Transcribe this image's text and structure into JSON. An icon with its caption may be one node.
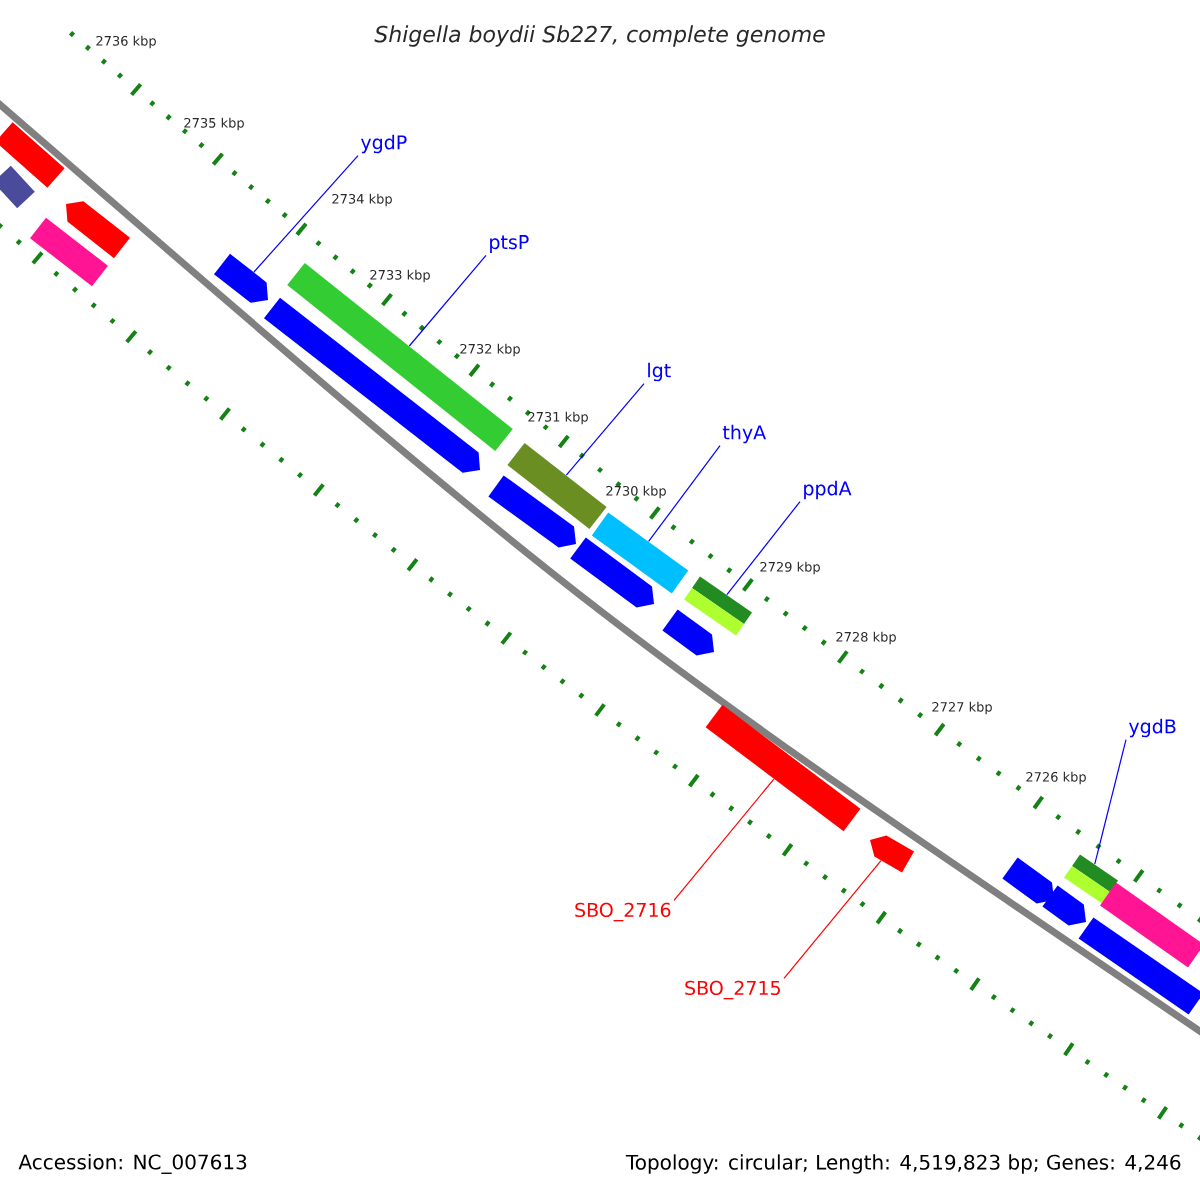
{
  "diagram": {
    "title": "Shigella boydii Sb227, complete genome",
    "nodes": [
      {
        "text": [
          "ygdP"
        ]
      },
      {
        "text": [
          "ptsP"
        ]
      },
      {
        "text": [
          "lgt"
        ]
      },
      {
        "text": [
          "thyA"
        ]
      },
      {
        "text": [
          "ppdA"
        ]
      },
      {
        "text": [
          "ygdB"
        ]
      },
      {
        "text": [
          "SBO_2716"
        ]
      },
      {
        "text": [
          "SBO_2715"
        ]
      },
      {
        "text": [],
        "shape": "bar"
      },
      {
        "text": [],
        "shape": "bar"
      },
      {
        "text": [],
        "shape": "bar"
      },
      {
        "text": [],
        "shape": "bar"
      },
      {
        "text": [],
        "shape": "bar"
      },
      {
        "text": [],
        "shape": "bar"
      },
      {
        "text": [],
        "shape": "bar"
      },
      {
        "text": [],
        "shape": "bar"
      },
      {
        "text": [],
        "shape": "bar"
      },
      {
        "text": [],
        "shape": "bar"
      },
      {
        "text": [],
        "shape": "bar"
      },
      {
        "text": [],
        "shape": "bar"
      },
      {
        "text": [],
        "shape": "bar"
      },
      {
        "text": [],
        "shape": "bar"
      },
      {
        "text": [],
        "shape": "bar"
      },
      {
        "text": [],
        "shape": "bar"
      },
      {
        "text": [],
        "shape": "bar"
      },
      {
        "text": [],
        "shape": "bar"
      },
      {
        "text": [],
        "shape": "bar"
      },
      {
        "text": [],
        "shape": "bar"
      }
    ],
    "edges": [
      {
        "from": 0,
        "to": 12,
        "arrow": "none"
      },
      {
        "from": 1,
        "to": 14,
        "arrow": "none"
      },
      {
        "from": 2,
        "to": 16,
        "arrow": "none"
      },
      {
        "from": 3,
        "to": 18,
        "arrow": "none"
      },
      {
        "from": 4,
        "to": 20,
        "arrow": "none"
      },
      {
        "from": 5,
        "to": 25,
        "arrow": "none"
      },
      {
        "from": 6,
        "to": 21,
        "arrow": "none",
        "color": "#ff0000"
      },
      {
        "from": 7,
        "to": 22,
        "arrow": "none",
        "color": "#ff0000"
      }
    ],
    "labels": [
      "2736 kbp",
      "2735 kbp",
      "2734 kbp",
      "2733 kbp",
      "2732 kbp",
      "2731 kbp",
      "2730 kbp",
      "2729 kbp",
      "2728 kbp",
      "2727 kbp",
      "2726 kbp",
      "Accession: NC_007613",
      "Topology: circular; Length: 4,519,823 bp; Genes: 4,246"
    ]
  }
}
